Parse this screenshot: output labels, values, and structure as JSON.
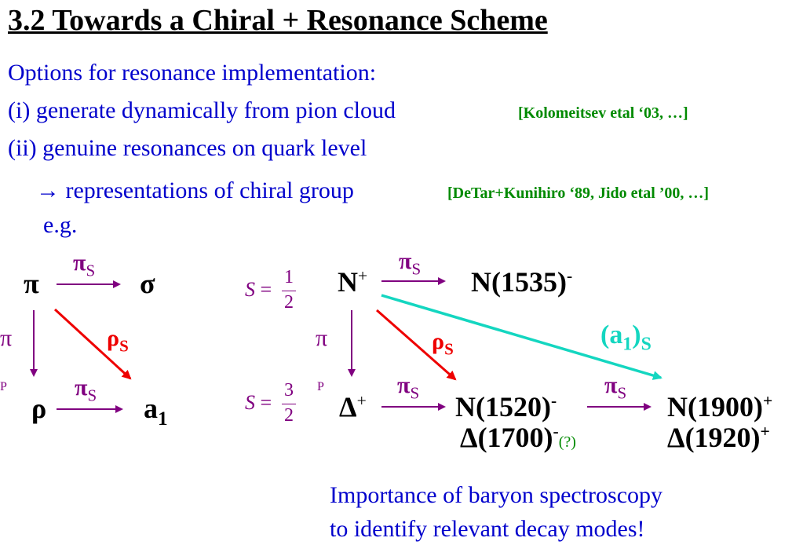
{
  "slide": {
    "title": "3.2 Towards a Chiral + Resonance Scheme",
    "options_heading": "Options for resonance implementation:",
    "option_i": "(i)  generate dynamically from pion cloud",
    "ref_i": "[Kolomeitsev etal ‘03, …]",
    "option_ii": "(ii) genuine resonances on quark level",
    "representations": "→ representations of chiral group",
    "ref_ii": "[DeTar+Kunihiro ‘89, Jido etal ’00, …]",
    "eg": "e.g.",
    "conclusion_line1": "Importance of baryon spectroscopy",
    "conclusion_line2": "to identify relevant decay modes!"
  },
  "meson": {
    "pi": "π",
    "sigma": "σ",
    "rho": "ρ",
    "a1": "a",
    "a1_sub": "1",
    "pi_S_top": "π",
    "pi_S_top_sub": "S",
    "pi_S_bottom": "π",
    "pi_S_bottom_sub": "S",
    "rho_S": "ρ",
    "rho_S_sub": "S",
    "pi_P_label": "π",
    "P_label": "P"
  },
  "baryon": {
    "S_half_label": "S",
    "S_half_eq": "=",
    "S_half_num": "1",
    "S_half_den": "2",
    "S_threehalf_label": "S",
    "S_threehalf_eq": "=",
    "S_threehalf_num": "3",
    "S_threehalf_den": "2",
    "N_plus": "N",
    "N_plus_sup": "+",
    "N1535": "N(1535)",
    "N1535_sup": "-",
    "delta_plus": "Δ",
    "delta_plus_sup": "+",
    "N1520": "N(1520)",
    "N1520_sup": "-",
    "delta1700": "Δ(1700)",
    "delta1700_sup": "-",
    "question": "(?)",
    "N1900": "N(1900)",
    "N1900_sup": "+",
    "delta1920": "Δ(1920)",
    "delta1920_sup": "+",
    "pi_S_top": "π",
    "pi_S_top_sub": "S",
    "pi_S_mid": "π",
    "pi_S_mid_sub": "S",
    "pi_S_right": "π",
    "pi_S_right_sub": "S",
    "rho_S": "ρ",
    "rho_S_sub": "S",
    "a1_S_open": "(a",
    "a1_S_sub1": "1",
    "a1_S_close": ")",
    "a1_S_subS": "S",
    "pi_P_label": "π",
    "P_label": "P"
  },
  "colors": {
    "title": "#000000",
    "body_text": "#0000cc",
    "reference": "#008a00",
    "transition_arrow": "#800080",
    "rho_arrow": "#ee0000",
    "a1_arrow": "#14d6c0"
  }
}
